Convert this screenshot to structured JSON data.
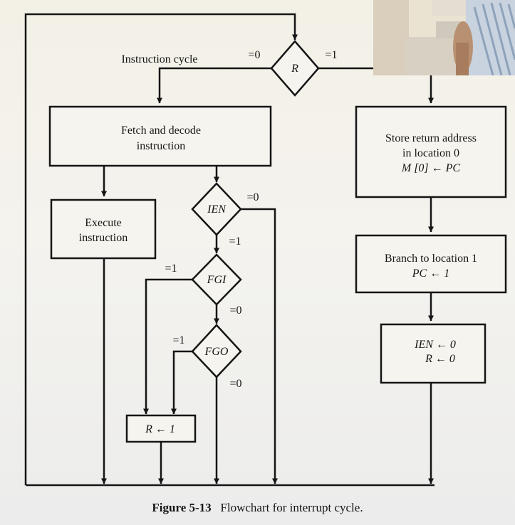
{
  "figure": {
    "caption_number": "Figure 5-13",
    "caption_text": "Flowchart for interrupt cycle."
  },
  "flowchart": {
    "instruction_cycle_label": "Instruction cycle",
    "decision_r": {
      "label": "R",
      "left_branch": "=0",
      "right_branch": "=1"
    },
    "fetch_decode": {
      "line1": "Fetch and decode",
      "line2": "instruction"
    },
    "execute": {
      "line1": "Execute",
      "line2": "instruction"
    },
    "decision_ien": {
      "label": "IEN",
      "no_branch": "=0",
      "yes_branch": "=1"
    },
    "decision_fgi": {
      "label": "FGI",
      "yes_branch": "=1",
      "no_branch": "=0"
    },
    "decision_fgo": {
      "label": "FGO",
      "yes_branch": "=1",
      "no_branch": "=0"
    },
    "set_r": {
      "line1": "R ← 1"
    },
    "store_return": {
      "line1": "Store return address",
      "line2": "in location 0",
      "line3": "M [0] ← PC"
    },
    "branch_loc1": {
      "line1": "Branch to location 1",
      "line2": "PC ← 1"
    },
    "clear_flags": {
      "line1": "IEN ← 0",
      "line2": "R ← 0"
    }
  },
  "colors": {
    "ink": "#151515",
    "paper": "#f4f3ee",
    "webcam_wall": "#ebe3d2",
    "webcam_shirt": "#cfd8e3",
    "annotation_red": "#e01818"
  }
}
